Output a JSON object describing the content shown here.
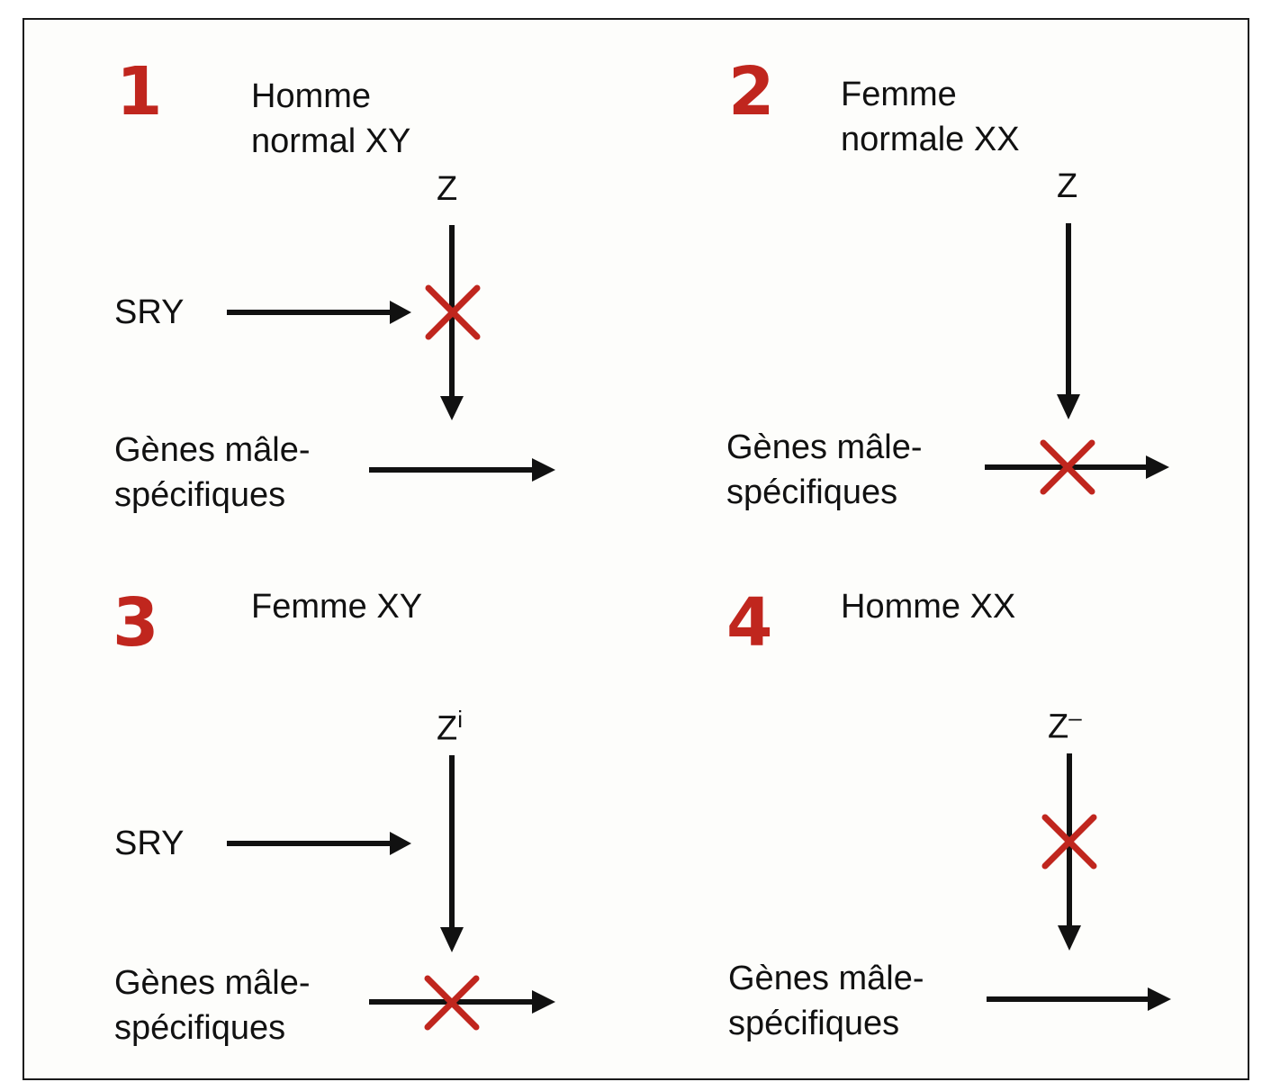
{
  "colors": {
    "accent": "#c0261e",
    "line": "#111111",
    "frame": "#1a1a1a"
  },
  "panels": [
    {
      "number": "1",
      "title_lines": [
        "Homme",
        "normal XY"
      ],
      "z_label": "Z",
      "z_sup": "",
      "sry_label": "SRY",
      "genes_lines": [
        "Gènes mâle-",
        "spécifiques"
      ]
    },
    {
      "number": "2",
      "title_lines": [
        "Femme",
        "normale XX"
      ],
      "z_label": "Z",
      "z_sup": "",
      "genes_lines": [
        "Gènes mâle-",
        "spécifiques"
      ]
    },
    {
      "number": "3",
      "title_lines": [
        "Femme XY"
      ],
      "z_label": "Z",
      "z_sup": "i",
      "sry_label": "SRY",
      "genes_lines": [
        "Gènes mâle-",
        "spécifiques"
      ]
    },
    {
      "number": "4",
      "title_lines": [
        "Homme XX"
      ],
      "z_label": "Z",
      "z_sup": "–",
      "genes_lines": [
        "Gènes mâle-",
        "spécifiques"
      ]
    }
  ]
}
